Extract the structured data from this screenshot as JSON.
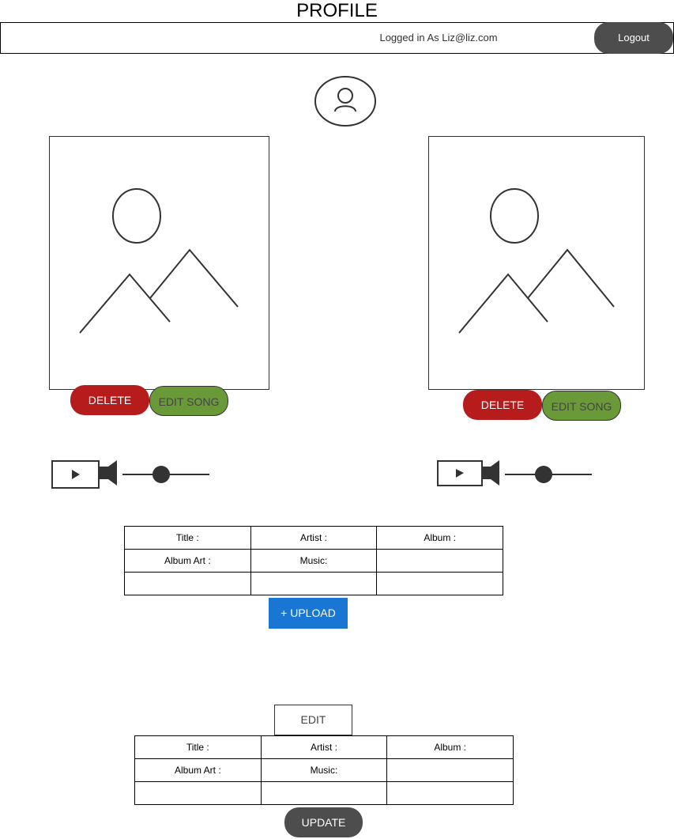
{
  "header": {
    "title": "PROFILE",
    "logged_in_text": "Logged in As Liz@liz.com",
    "logout_label": "Logout"
  },
  "cards": [
    {
      "delete_label": "DELETE",
      "edit_label": "EDIT SONG"
    },
    {
      "delete_label": "DELETE",
      "edit_label": "EDIT SONG"
    }
  ],
  "upload_form": {
    "rows": [
      [
        "Title  :",
        "Artist :",
        "Album :"
      ],
      [
        "Album Art :",
        "Music:",
        ""
      ],
      [
        "",
        "",
        ""
      ]
    ],
    "upload_label": "+ UPLOAD"
  },
  "edit_form": {
    "tab_label": "EDIT",
    "rows": [
      [
        "Title  :",
        "Artist :",
        "Album :"
      ],
      [
        "Album Art :",
        "Music:",
        ""
      ],
      [
        "",
        "",
        ""
      ]
    ],
    "update_label": "UPDATE"
  },
  "icons": {
    "avatar": "user-avatar-icon",
    "image_placeholder": "image-placeholder-icon",
    "play": "play-icon",
    "speaker": "speaker-icon",
    "slider": "volume-slider"
  },
  "colors": {
    "dark_button": "#4d4d4d",
    "delete": "#b71c1c",
    "edit_song": "#6a9a38",
    "upload": "#1976d2"
  }
}
